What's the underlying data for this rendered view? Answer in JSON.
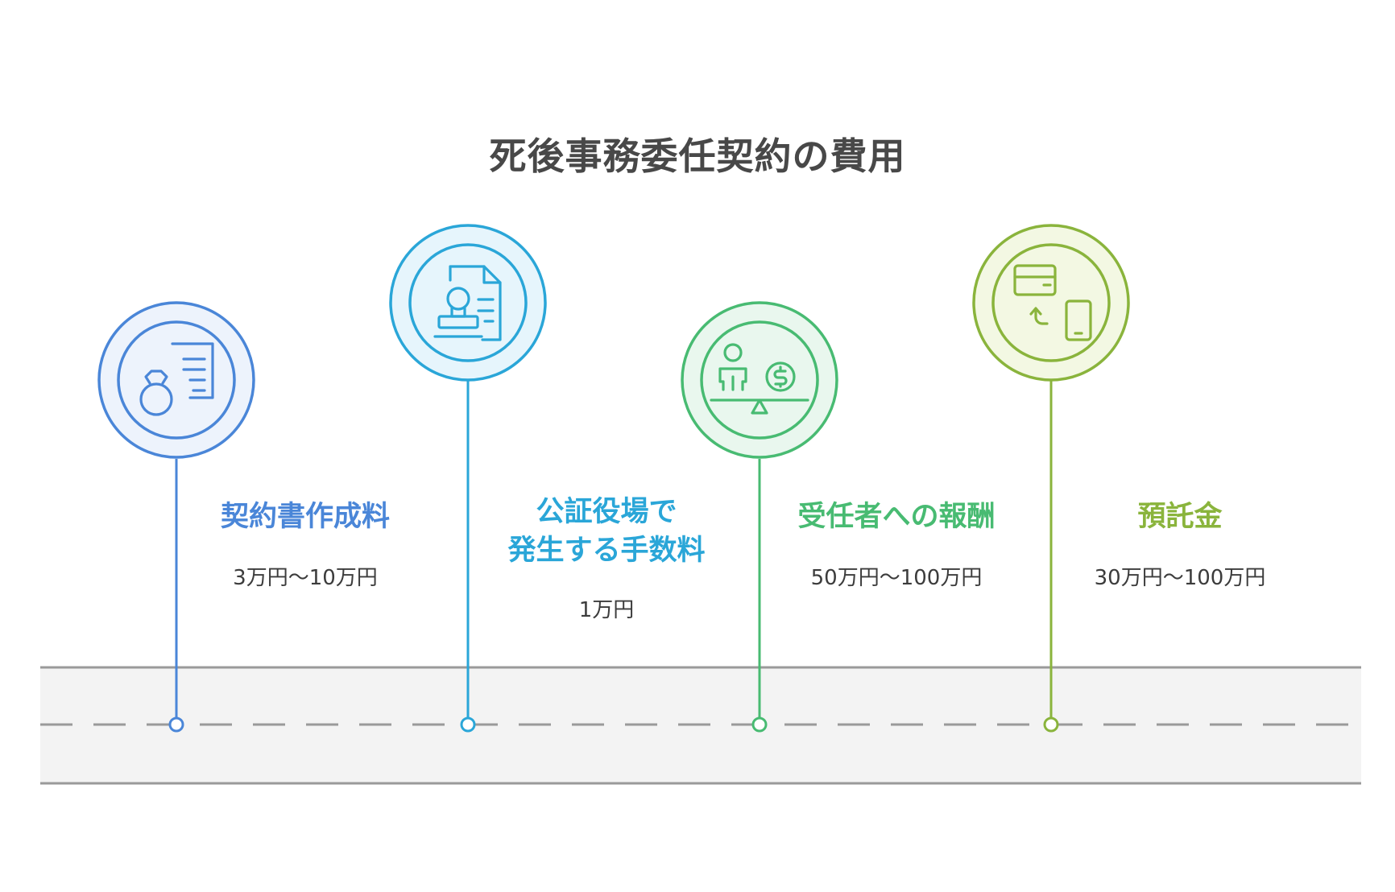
{
  "title": "死後事務委任契約の費用",
  "colors": {
    "blue": "#4a86d8",
    "cyan": "#2aa6d8",
    "green": "#48bb72",
    "lime": "#8ab43c",
    "road_fill": "#f3f3f3",
    "road_line": "#9a9a9a"
  },
  "items": [
    {
      "label": "契約書作成料",
      "value": "3万円〜10万円",
      "icon": "ring-and-document-icon",
      "color": "#4a86d8"
    },
    {
      "label_lines": [
        "公証役場で",
        "発生する手数料"
      ],
      "value": "1万円",
      "icon": "stamp-and-document-icon",
      "color": "#2aa6d8"
    },
    {
      "label": "受任者への報酬",
      "value": "50万円〜100万円",
      "icon": "person-and-coin-balance-icon",
      "color": "#48bb72"
    },
    {
      "label": "預託金",
      "value": "30万円〜100万円",
      "icon": "card-to-phone-transfer-icon",
      "color": "#8ab43c"
    }
  ]
}
